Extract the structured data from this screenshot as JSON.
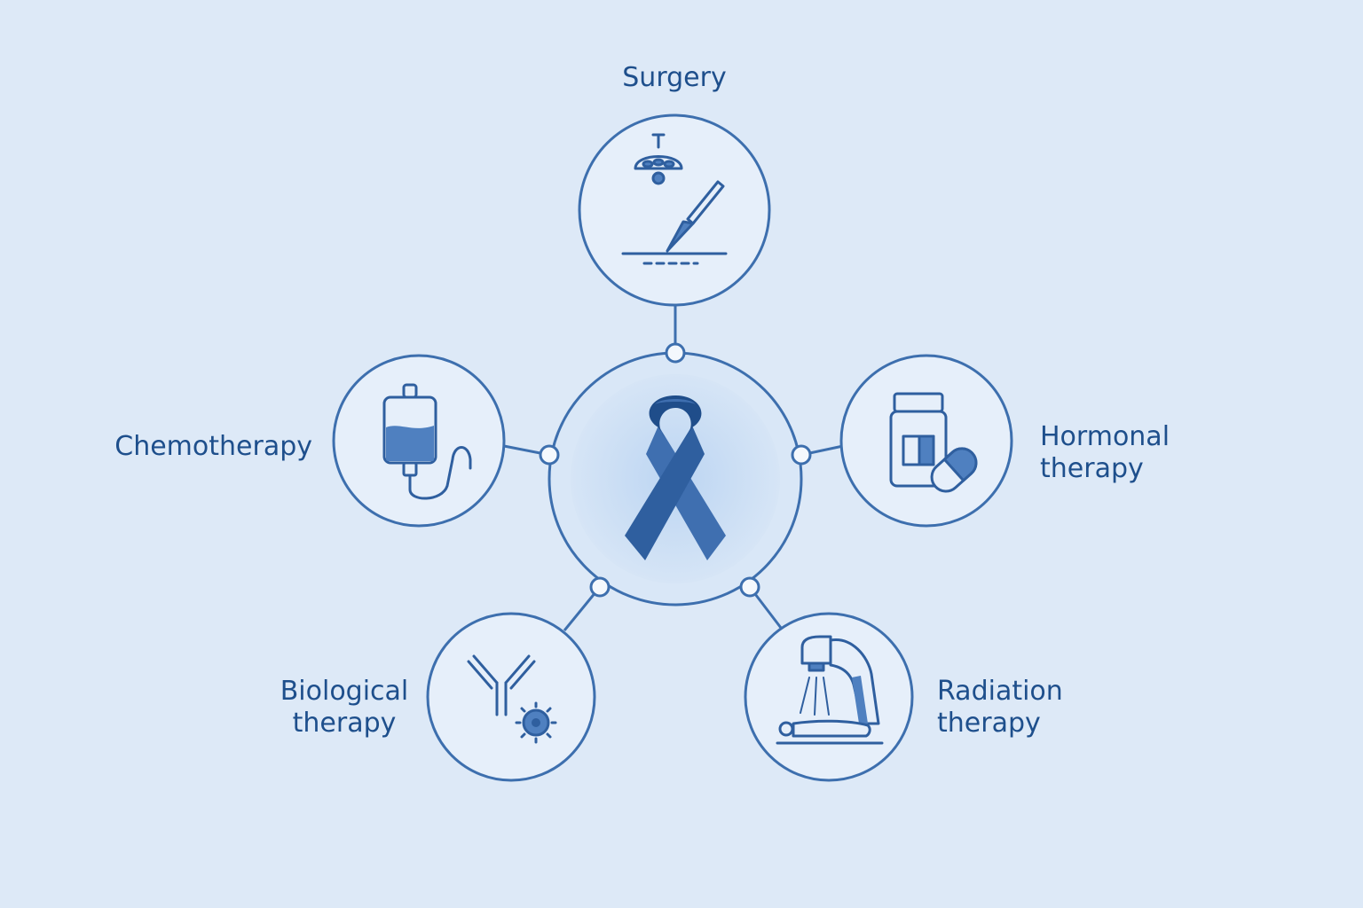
{
  "diagram": {
    "center": {
      "icon": "awareness-ribbon-icon"
    },
    "nodes": [
      {
        "id": "surgery",
        "lines": [
          "Surgery"
        ],
        "icon": "surgical-lamp-scalpel-icon"
      },
      {
        "id": "chemotherapy",
        "lines": [
          "Chemotherapy"
        ],
        "icon": "iv-drip-bag-icon"
      },
      {
        "id": "hormonal",
        "lines": [
          "Hormonal",
          "therapy"
        ],
        "icon": "pill-bottle-capsule-icon"
      },
      {
        "id": "biological",
        "lines": [
          "Biological",
          "therapy"
        ],
        "icon": "antibody-cell-icon"
      },
      {
        "id": "radiation",
        "lines": [
          "Radiation",
          "therapy"
        ],
        "icon": "radiation-machine-patient-icon"
      }
    ]
  },
  "colors": {
    "background": "#dde9f7",
    "ring": "#3d6fae",
    "icon": "#2f5f9f",
    "accent": "#3a6cb0",
    "text": "#1e4f8c",
    "node_fill": "#e6effa",
    "center_fill": "#c8dcf3"
  }
}
